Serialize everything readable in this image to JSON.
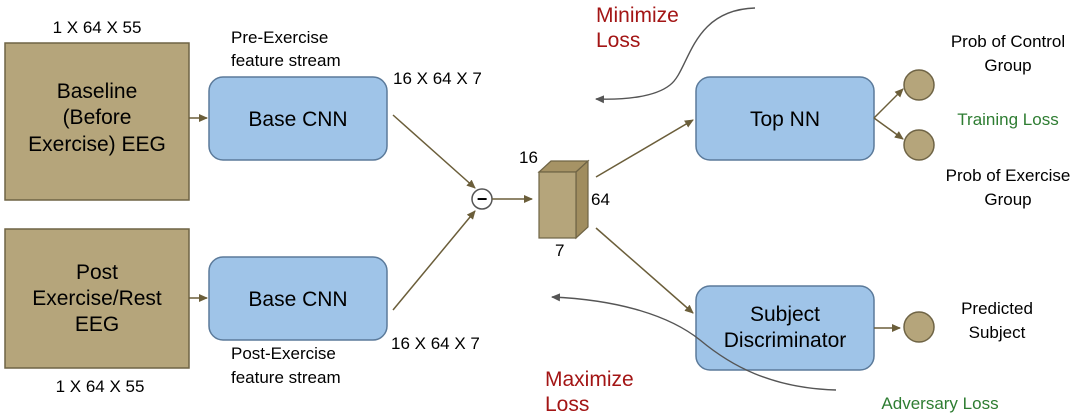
{
  "inputs": {
    "baseline": {
      "lines": [
        "Baseline",
        "(Before",
        "Exercise) EEG"
      ],
      "shape": "1 X 64 X 55"
    },
    "post": {
      "lines": [
        "Post",
        "Exercise/Rest",
        "EEG"
      ],
      "shape": "1 X 64 X 55"
    }
  },
  "streams": {
    "pre": {
      "lines": [
        "Pre-Exercise",
        "feature stream"
      ],
      "cnn_label": "Base CNN",
      "output_shape": "16 X 64 X 7"
    },
    "post": {
      "lines": [
        "Post-Exercise",
        "feature stream"
      ],
      "cnn_label": "Base CNN",
      "output_shape": "16 X 64 X 7"
    }
  },
  "subtract_symbol": "−",
  "tensor": {
    "depth": "16",
    "height": "64",
    "width": "7"
  },
  "top_nn": {
    "label": "Top NN"
  },
  "discriminator": {
    "lines": [
      "Subject",
      "Discriminator"
    ]
  },
  "outputs": {
    "control": {
      "lines": [
        "Prob of Control",
        "Group"
      ]
    },
    "exercise": {
      "lines": [
        "Prob of Exercise",
        "Group"
      ]
    },
    "subject": {
      "lines": [
        "Predicted",
        "Subject"
      ]
    }
  },
  "losses": {
    "training": "Training Loss",
    "adversary": "Adversary Loss",
    "minimize": [
      "Minimize",
      "Loss"
    ],
    "maximize": [
      "Maximize",
      "Loss"
    ]
  },
  "colors": {
    "input_fill": "#b5a57b",
    "input_stroke": "#6f6445",
    "cnn_fill": "#9fc4e8",
    "cnn_stroke": "#5b7a9a",
    "loss_red": "#a31515",
    "loss_green": "#2e7d32",
    "arrow": "#6b5e3a"
  }
}
